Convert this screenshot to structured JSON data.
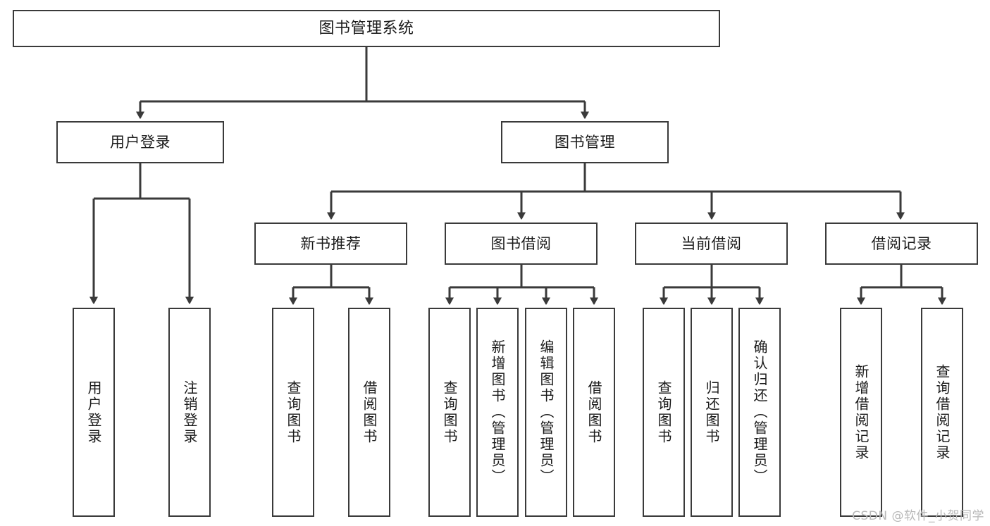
{
  "diagram": {
    "title": "图书管理系统",
    "type": "tree",
    "style": {
      "background": "#ffffff",
      "box_border": "#3a3a3a",
      "box_fill": "#ffffff",
      "connector": "#3a3a3a",
      "text": "#1b1b1b",
      "watermark": "#b8b8b8"
    },
    "root": {
      "id": "root",
      "label": "图书管理系统"
    },
    "level1": [
      {
        "id": "user-login",
        "label": "用户登录"
      },
      {
        "id": "book-manage",
        "label": "图书管理"
      }
    ],
    "level2": [
      {
        "id": "new-book-rec",
        "label": "新书推荐",
        "parent": "book-manage"
      },
      {
        "id": "book-borrow",
        "label": "图书借阅",
        "parent": "book-manage"
      },
      {
        "id": "current-borrow",
        "label": "当前借阅",
        "parent": "book-manage"
      },
      {
        "id": "borrow-record",
        "label": "借阅记录",
        "parent": "book-manage"
      }
    ],
    "leaves": [
      {
        "id": "leaf-user-login",
        "label": "用户登录",
        "parent": "user-login"
      },
      {
        "id": "leaf-user-logout",
        "label": "注销登录",
        "parent": "user-login"
      },
      {
        "id": "leaf-query-book-1",
        "label": "查询图书",
        "parent": "new-book-rec"
      },
      {
        "id": "leaf-borrow-book-1",
        "label": "借阅图书",
        "parent": "new-book-rec"
      },
      {
        "id": "leaf-query-book-2",
        "label": "查询图书",
        "parent": "book-borrow"
      },
      {
        "id": "leaf-add-book",
        "label": "新增图书（管理员）",
        "parent": "book-borrow"
      },
      {
        "id": "leaf-edit-book",
        "label": "编辑图书（管理员）",
        "parent": "book-borrow"
      },
      {
        "id": "leaf-borrow-book-2",
        "label": "借阅图书",
        "parent": "book-borrow"
      },
      {
        "id": "leaf-query-book-3",
        "label": "查询图书",
        "parent": "current-borrow"
      },
      {
        "id": "leaf-return-book",
        "label": "归还图书",
        "parent": "current-borrow"
      },
      {
        "id": "leaf-confirm-return",
        "label": "确认归还（管理员）",
        "parent": "current-borrow"
      },
      {
        "id": "leaf-add-record",
        "label": "新增借阅记录",
        "parent": "borrow-record"
      },
      {
        "id": "leaf-query-record",
        "label": "查询借阅记录",
        "parent": "borrow-record"
      }
    ],
    "watermark": "CSDN @软件_小贺同学"
  }
}
